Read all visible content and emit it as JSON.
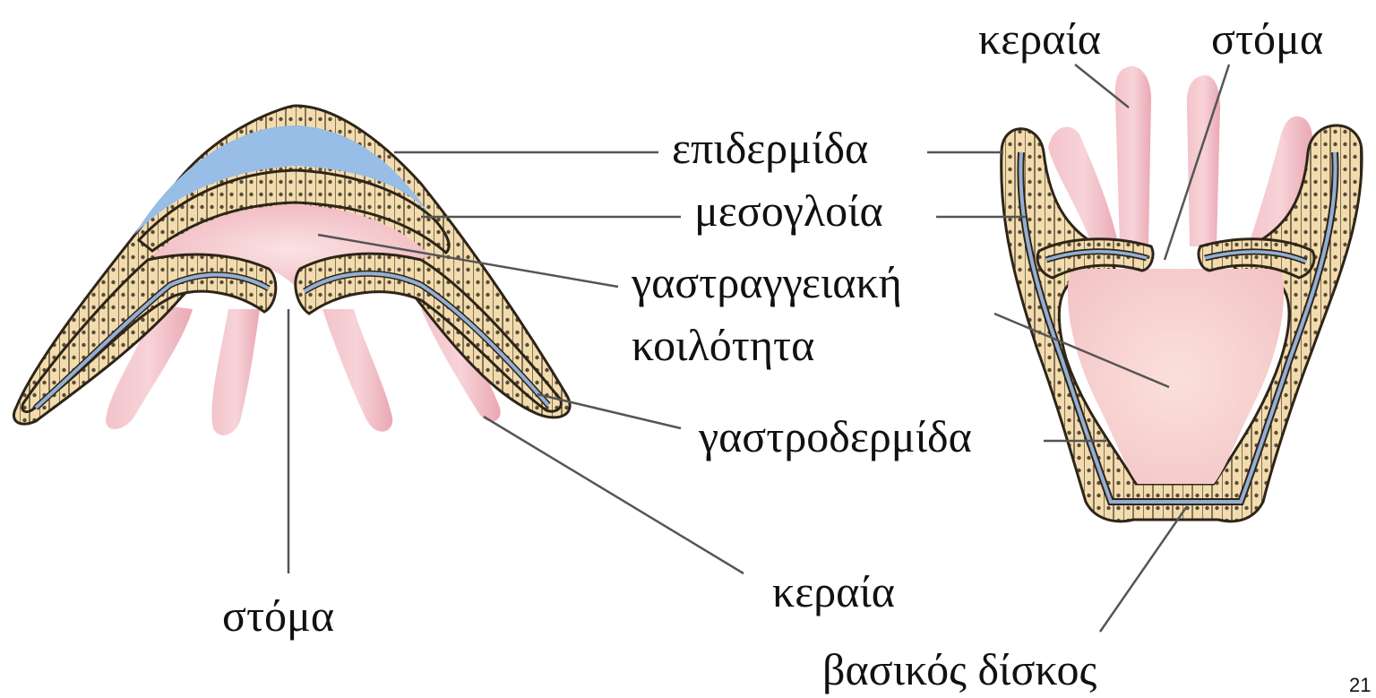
{
  "labels": {
    "epidermis": "επιδερμίδα",
    "mesoglea": "μεσογλοία",
    "cavity_line1": "γαστραγγειακή",
    "cavity_line2": "κοιλότητα",
    "gastrodermis": "γαστροδερμίδα",
    "tentacle_bottom": "κεραία",
    "mouth_left": "στόμα",
    "tentacle_top": "κεραία",
    "mouth_top": "στόμα",
    "basal_disc": "βασικός δίσκος"
  },
  "page_number": "21",
  "colors": {
    "tissue_fill": "#f2dcae",
    "tissue_outline": "#2e2418",
    "cell_nucleus": "#5a4a36",
    "mesoglea_stripe": "#93afd4",
    "mesoglea_left_bell": "#98bde6",
    "cavity_pink": "#f5c9cc",
    "tentacle_pink": "#efb2bc",
    "leader_line": "#555555"
  },
  "icons": {
    "left_figure": "medusa-cross-section",
    "right_figure": "polyp-cross-section"
  }
}
